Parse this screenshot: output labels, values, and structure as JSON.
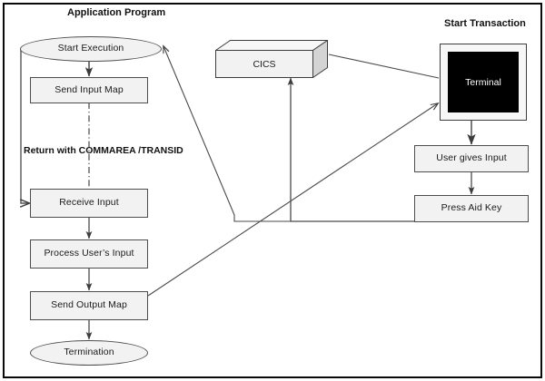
{
  "diagram": {
    "title_left": "Application Program",
    "title_right": "Start Transaction",
    "edge_label": "Return with COMMAREA /TRANSID",
    "colors": {
      "node_fill": "#f2f2f2",
      "node_stroke": "#4d4d4d",
      "frame_stroke": "#0a0a0a",
      "connector": "#444444",
      "screen_fill": "#000000",
      "screen_text": "#ffffff",
      "page_bg": "#ffffff"
    },
    "nodes": {
      "start_execution": "Start Execution",
      "send_input_map": "Send Input Map",
      "receive_input": "Receive Input",
      "process_user_input": "Process User’s Input",
      "send_output_map": "Send Output Map",
      "termination": "Termination",
      "cics": "CICS",
      "terminal": "Terminal",
      "user_gives_input": "User gives Input",
      "press_aid_key": "Press Aid Key"
    }
  }
}
